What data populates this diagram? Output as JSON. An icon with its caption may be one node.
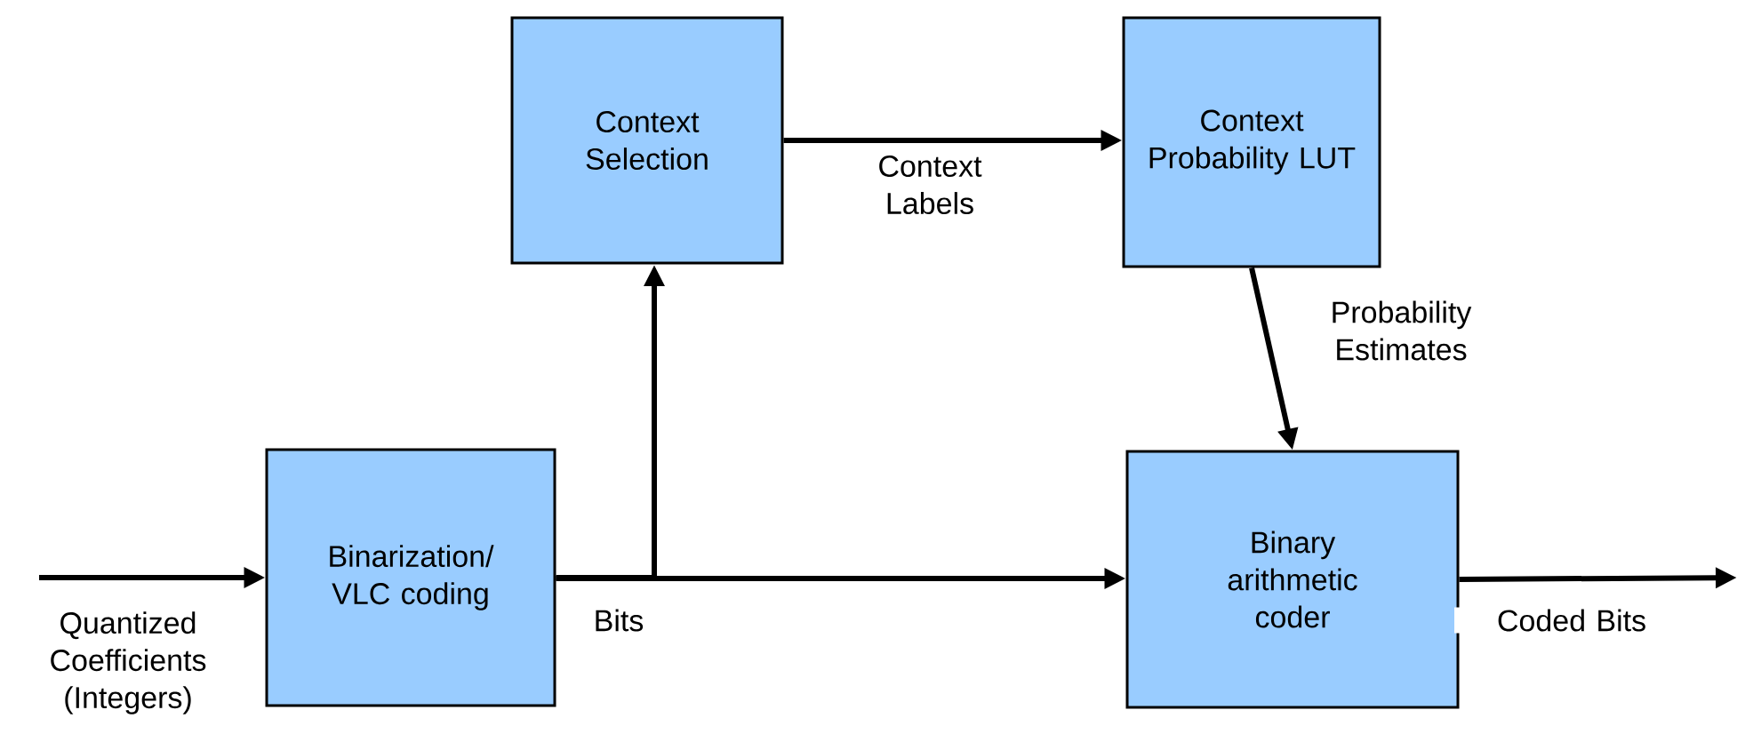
{
  "diagram": {
    "nodes": [
      {
        "text": [
          "Context Selection"
        ]
      },
      {
        "text": [
          "Context Probability LUT"
        ]
      },
      {
        "text": [
          "Binarization/ VLC coding"
        ]
      },
      {
        "text": [
          "Binary arithmetic coder"
        ]
      }
    ],
    "edges": [
      {
        "from": null,
        "to": 2,
        "arrow": "to",
        "label": "Quantized Coefficients (Integers)"
      },
      {
        "from": 2,
        "to": 3,
        "arrow": "to",
        "label": "Bits"
      },
      {
        "from": 2,
        "to": 0,
        "arrow": "to"
      },
      {
        "from": 0,
        "to": 1,
        "arrow": "to",
        "label": "Context Labels"
      },
      {
        "from": 1,
        "to": 3,
        "arrow": "to",
        "label": "Probability Estimates"
      },
      {
        "from": 3,
        "to": null,
        "arrow": "to",
        "label": "Coded Bits"
      }
    ]
  }
}
